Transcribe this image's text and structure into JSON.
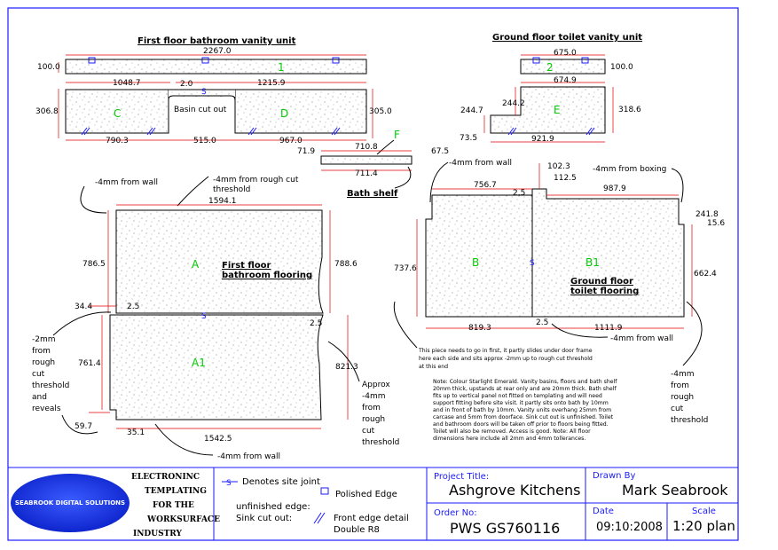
{
  "titles": {
    "first_vanity": "First floor bathroom vanity unit",
    "ground_vanity": "Ground floor toilet vanity unit",
    "bath_shelf": "Bath shelf",
    "first_flooring": [
      "First floor",
      "bathroom flooring"
    ],
    "ground_flooring": [
      "Ground floor",
      "toilet flooring"
    ]
  },
  "piece_labels": {
    "p1": "1",
    "pC": "C",
    "pD": "D",
    "basin": "Basin cut out",
    "p2": "2",
    "pE": "E",
    "pF": "F",
    "pA": "A",
    "pA1": "A1",
    "pB": "B",
    "pB1": "B1",
    "joint": "S"
  },
  "dims": {
    "d2267": "2267.0",
    "d100a": "100.0",
    "d1048": "1048.7",
    "d1215": "1215.9",
    "d20": "2.0",
    "d3068": "306.8",
    "d3050": "305.0",
    "d7903": "790.3",
    "d5150": "515.0",
    "d9670": "967.0",
    "d6750": "675.0",
    "d100b": "100.0",
    "d6749": "674.9",
    "d2447": "244.7",
    "d2442": "244.2",
    "d3186": "318.6",
    "d735": "73.5",
    "d9219": "921.9",
    "d7108": "710.8",
    "d719": "71.9",
    "d675": "67.5",
    "d7114": "711.4",
    "d15941": "1594.1",
    "d7865": "786.5",
    "d7886": "788.6",
    "d344": "34.4",
    "d25a": "2.5",
    "d25b": "2.5",
    "d7614": "761.4",
    "d8213": "821.3",
    "d597": "59.7",
    "d351": "35.1",
    "d15425": "1542.5",
    "d7567": "756.7",
    "d1023": "102.3",
    "d1125": "112.5",
    "d9879": "987.9",
    "d25c": "2.5",
    "d2418": "241.8",
    "d156": "15.6",
    "d7376": "737.6",
    "d6624": "662.4",
    "d8193": "819.3",
    "d25d": "2.5",
    "d11119": "1111.9"
  },
  "annotations": {
    "wall1": "-4mm from wall",
    "roughcut": [
      "-4mm from rough cut",
      "threshold"
    ],
    "left_note": [
      "-2mm",
      "from",
      "rough",
      "cut",
      "threshold",
      "and",
      "reveals"
    ],
    "approx": [
      "Approx",
      "-4mm",
      "from",
      "rough",
      "cut",
      "threshold"
    ],
    "wall2": "-4mm from wall",
    "wall3": "-4mm from wall",
    "boxing": "-4mm from boxing",
    "wall4": "-4mm from wall",
    "right_note": [
      "-4mm",
      "from",
      "rough",
      "cut",
      "threshold"
    ],
    "piece_note": [
      "This piece needs to go in first, it partly slides under door frame",
      "here each side and sits approx -2mm up to rough cut threshold",
      "at this end"
    ]
  },
  "notes": [
    "Note: Colour Starlight Emerald. Vanity basins, floors and bath shelf",
    "20mm thick, upstands at rear only and are 20mm thick. Bath shelf",
    "fits up to vertical panel not fitted on templating and will need",
    "support fitting before site visit. it partly sits onto bath by 10mm",
    "and in front of bath by 10mm. Vanity units overhang 25mm from",
    "carcase and 5mm from doorface. Sink cut out is unfinished. Toilet",
    "and bathroom doors will be taken off prior to floors being fitted.",
    "Toilet will also be removed. Access is good. Note: All floor",
    "dimensions here include all 2mm and 4mm tollerances."
  ],
  "title_block": {
    "company_logo": "SEABROOK DIGITAL SOLUTIONS",
    "tagline": [
      "ELECTRONINC",
      "TEMPLATING",
      "FOR THE",
      "WORKSURFACE",
      "INDUSTRY"
    ],
    "legend": {
      "site_joint": "Denotes site joint",
      "polished": "Polished Edge",
      "unfinished": [
        "unfinished edge:",
        "Sink cut out:"
      ],
      "front_edge": [
        "Front edge detail",
        "Double R8"
      ]
    },
    "project_title_label": "Project Title:",
    "project_title": "Ashgrove Kitchens",
    "order_label": "Order No:",
    "order_no": "PWS GS760116",
    "drawn_label": "Drawn By",
    "drawn_by": "Mark Seabrook",
    "date_label": "Date",
    "date": "09:10:2008",
    "scale_label": "Scale",
    "scale": "1:20 plan"
  },
  "colors": {
    "frame": "#1a1aff",
    "dimension": "#e00000",
    "piece_label": "#00cc00",
    "joint": "#1a1aff",
    "logo_bg": "#1a3cff"
  }
}
